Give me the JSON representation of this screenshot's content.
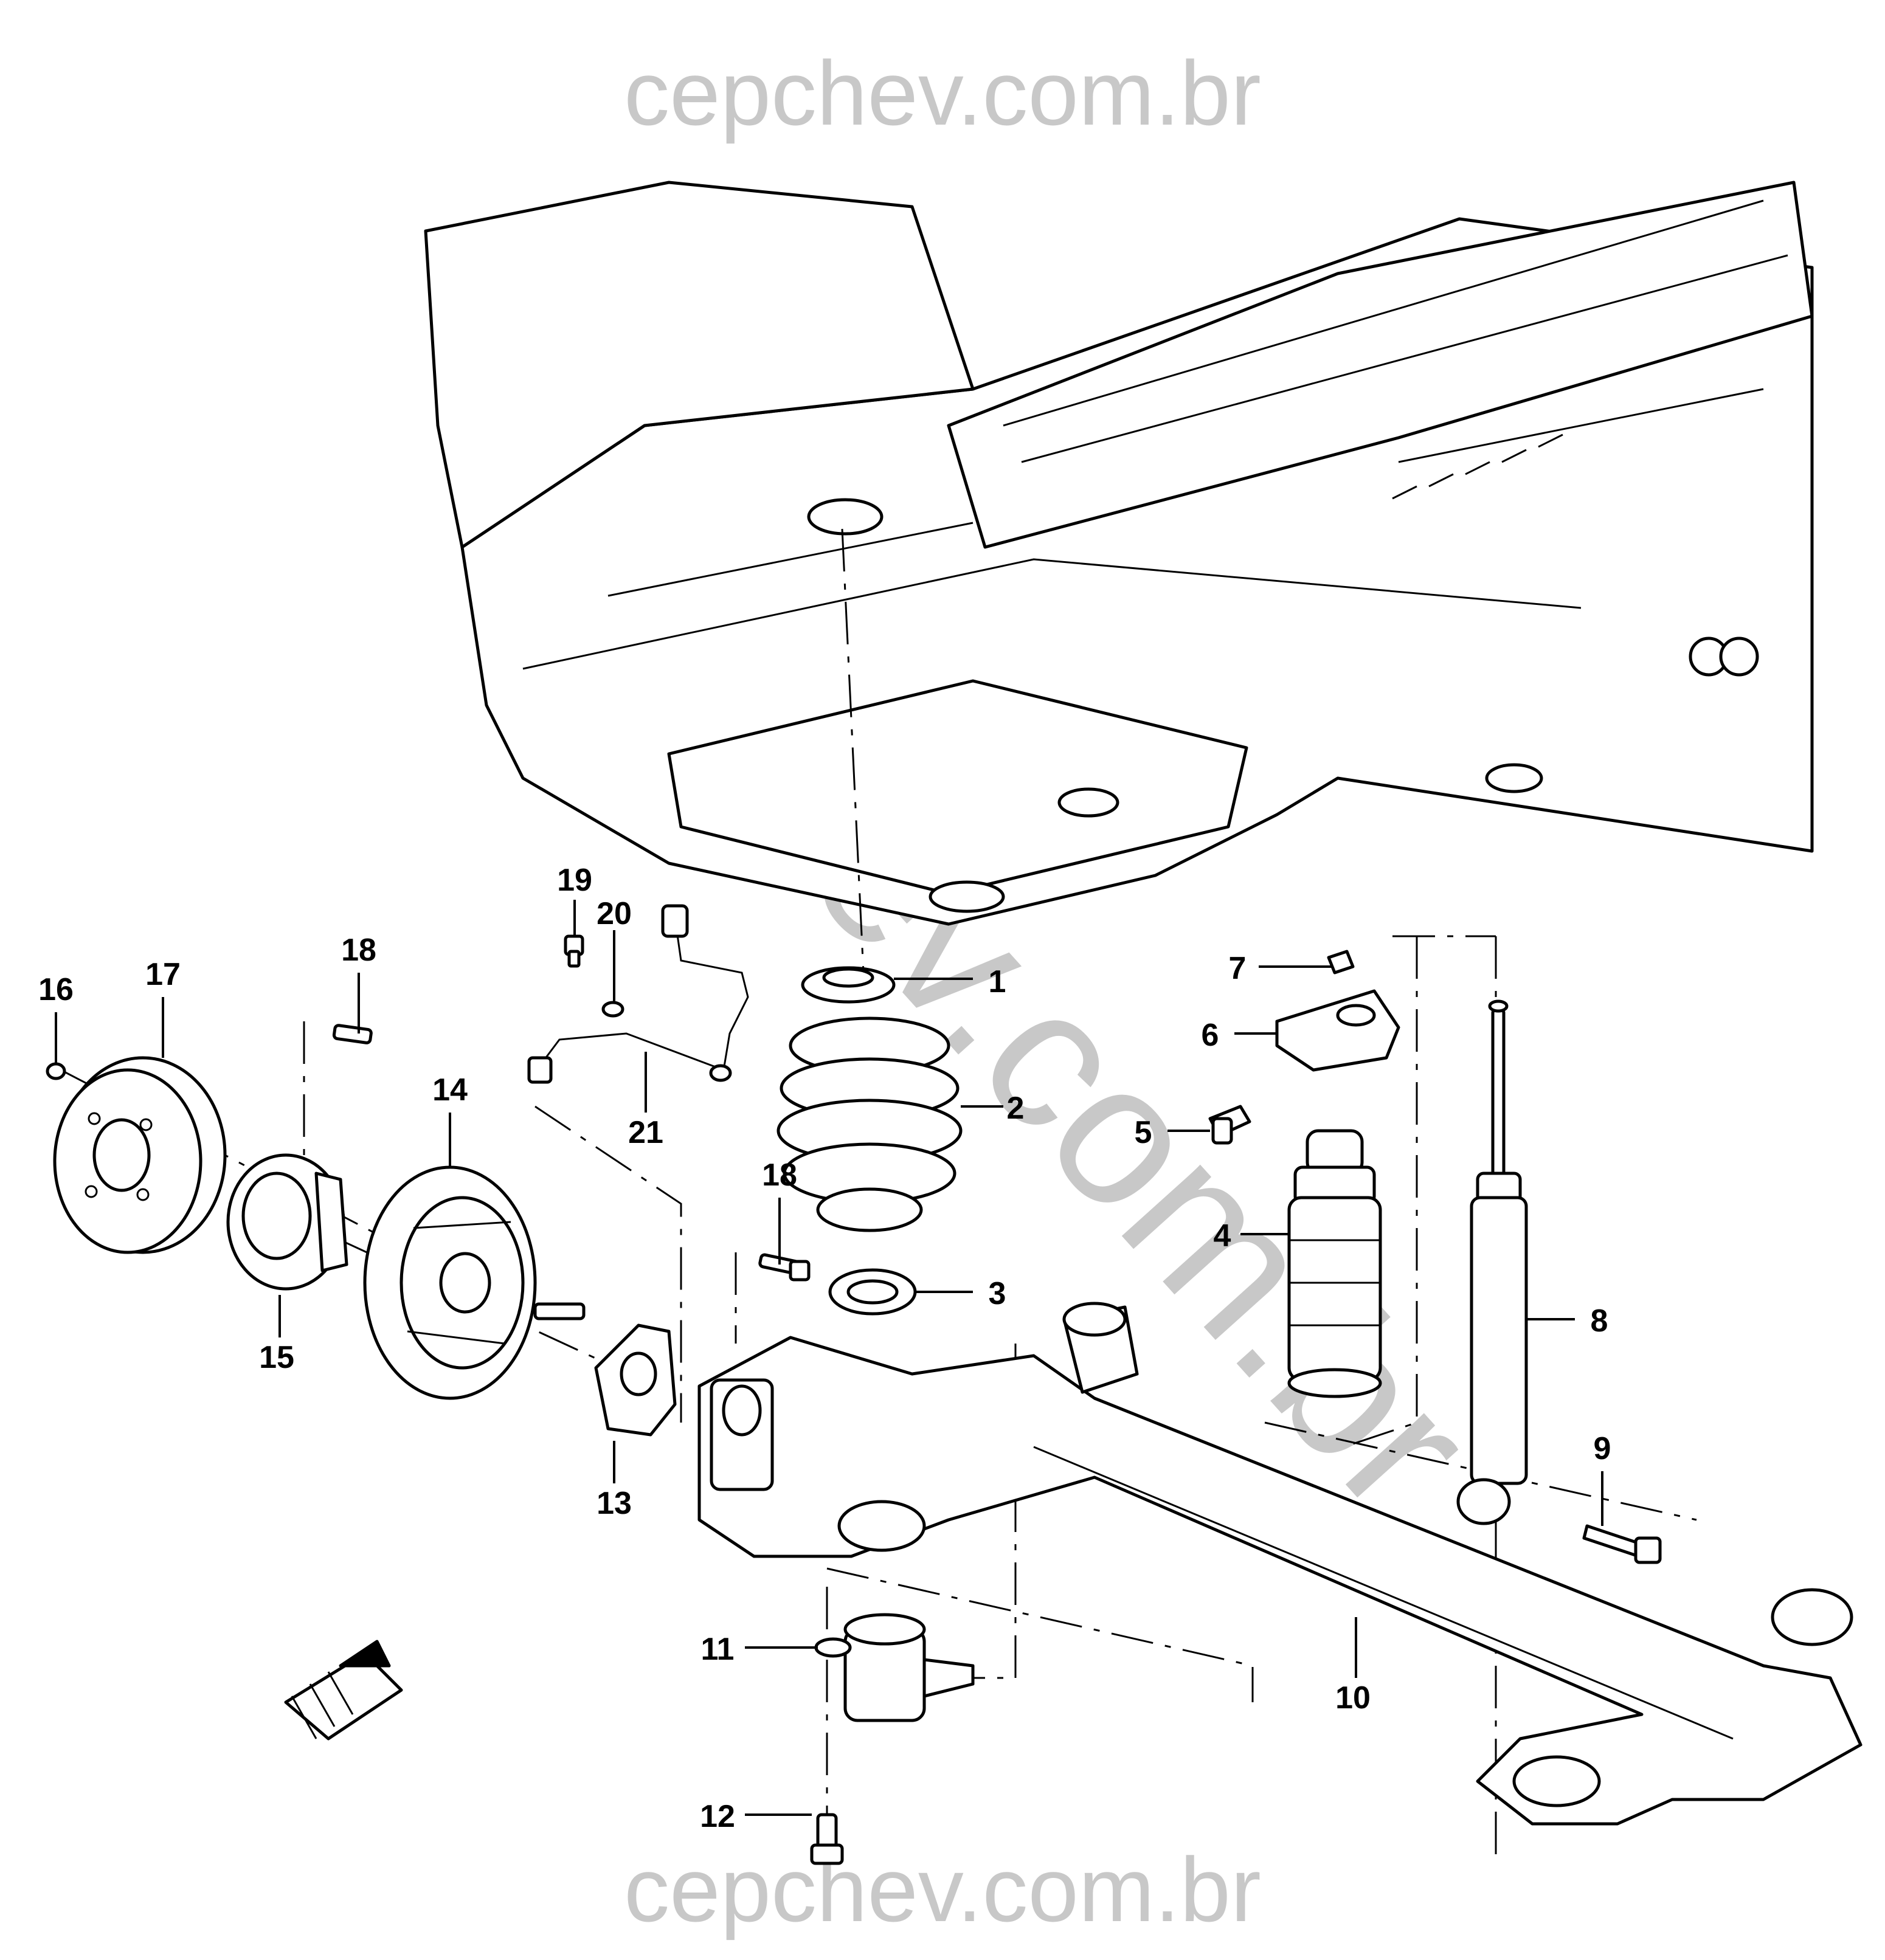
{
  "watermark": {
    "top": "cepchev.com.br",
    "bottom": "cepchev.com.br",
    "diagonal": "cepchev.com.br"
  },
  "callouts": [
    "1",
    "2",
    "3",
    "4",
    "5",
    "6",
    "7",
    "8",
    "9",
    "10",
    "11",
    "12",
    "13",
    "14",
    "15",
    "16",
    "17",
    "18",
    "18",
    "19",
    "20",
    "21"
  ],
  "colors": {
    "watermark": "#c8c8c8",
    "line": "#000000",
    "background": "#ffffff"
  }
}
